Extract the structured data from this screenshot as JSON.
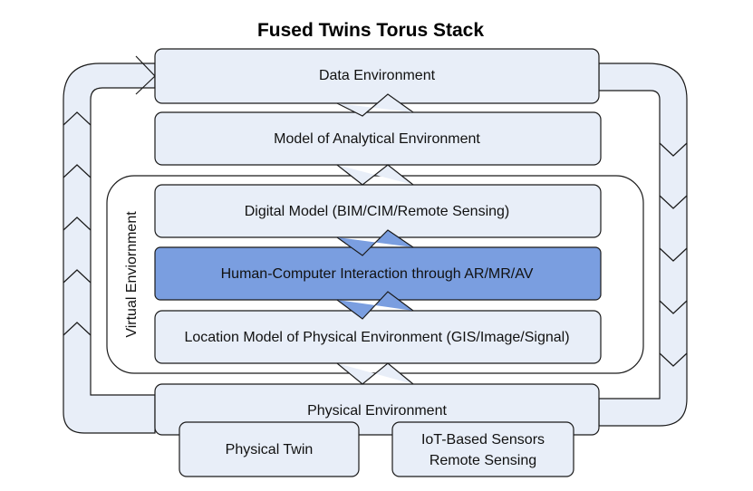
{
  "title": "Fused Twins Torus Stack",
  "colors": {
    "box_fill": "#e8eef8",
    "highlight_fill": "#7a9ee0",
    "outline": "#1a1a1a",
    "loop_fill": "#e8eef8"
  },
  "layers": {
    "data_environment": "Data Environment",
    "analytical_model": "Model of Analytical Environment",
    "digital_model": "Digital Model (BIM/CIM/Remote Sensing)",
    "hci": "Human-Computer Interaction through AR/MR/AV",
    "location_model": "Location Model of Physical Environment (GIS/Image/Signal)",
    "physical_environment": "Physical Environment"
  },
  "virtual_environment_label": "Virtual Enviornment",
  "bottom_boxes": {
    "physical_twin": "Physical Twin",
    "iot_line1": "IoT-Based Sensors",
    "iot_line2": "Remote Sensing"
  }
}
